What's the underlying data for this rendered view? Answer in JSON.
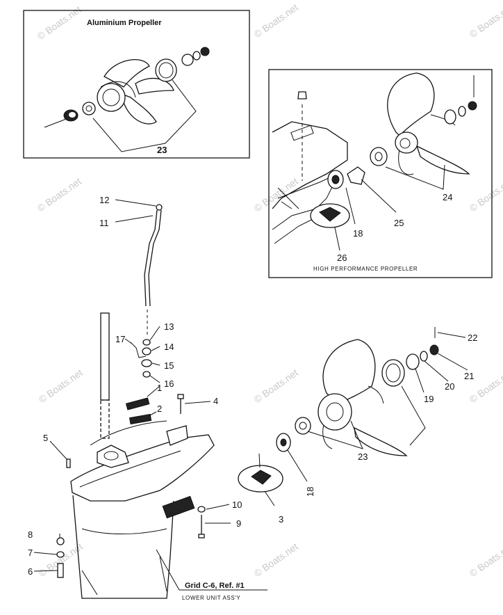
{
  "watermark": "© Boats.net",
  "aluminium_box": {
    "title": "Aluminium Propeller",
    "callout": "23"
  },
  "high_perf_box": {
    "caption": "HIGH PERFORMANCE PROPELLER",
    "callouts": {
      "c24": "24",
      "c25": "25",
      "c18": "18",
      "c26": "26"
    }
  },
  "main_callouts": {
    "c1": "1",
    "c2": "2",
    "c3": "3",
    "c4": "4",
    "c5": "5",
    "c6": "6",
    "c7": "7",
    "c8": "8",
    "c9": "9",
    "c10": "10",
    "c11": "11",
    "c12": "12",
    "c13": "13",
    "c14": "14",
    "c15": "15",
    "c16": "16",
    "c17": "17",
    "c18": "18",
    "c19": "19",
    "c20": "20",
    "c21": "21",
    "c22": "22",
    "c23": "23"
  },
  "grid_reference": {
    "line1": "Grid C-6, Ref. #1",
    "line2": "LOWER UNIT ASS'Y"
  }
}
